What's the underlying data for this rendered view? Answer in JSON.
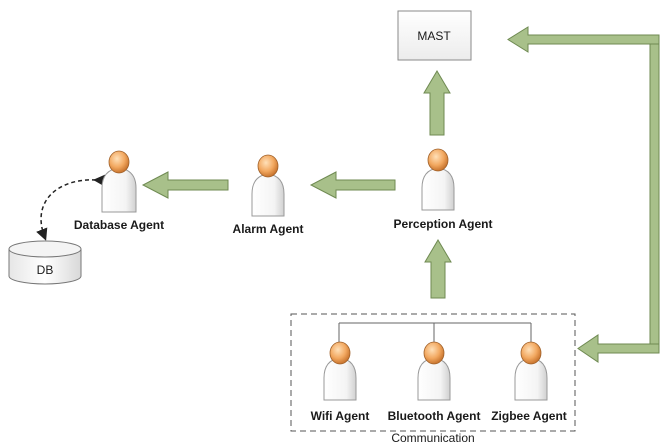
{
  "mast": {
    "label": "MAST"
  },
  "db": {
    "label": "DB"
  },
  "agents": {
    "database": "Database Agent",
    "alarm": "Alarm Agent",
    "perception": "Perception Agent",
    "wifi": "Wifi Agent",
    "bluetooth": "Bluetooth Agent",
    "zigbee": "Zigbee Agent"
  },
  "communication": {
    "label": "Communication"
  },
  "colors": {
    "arrow_fill": "#a8c08a",
    "arrow_stroke": "#6f8a52",
    "head": "#f0a860",
    "body": "#ffffff"
  }
}
